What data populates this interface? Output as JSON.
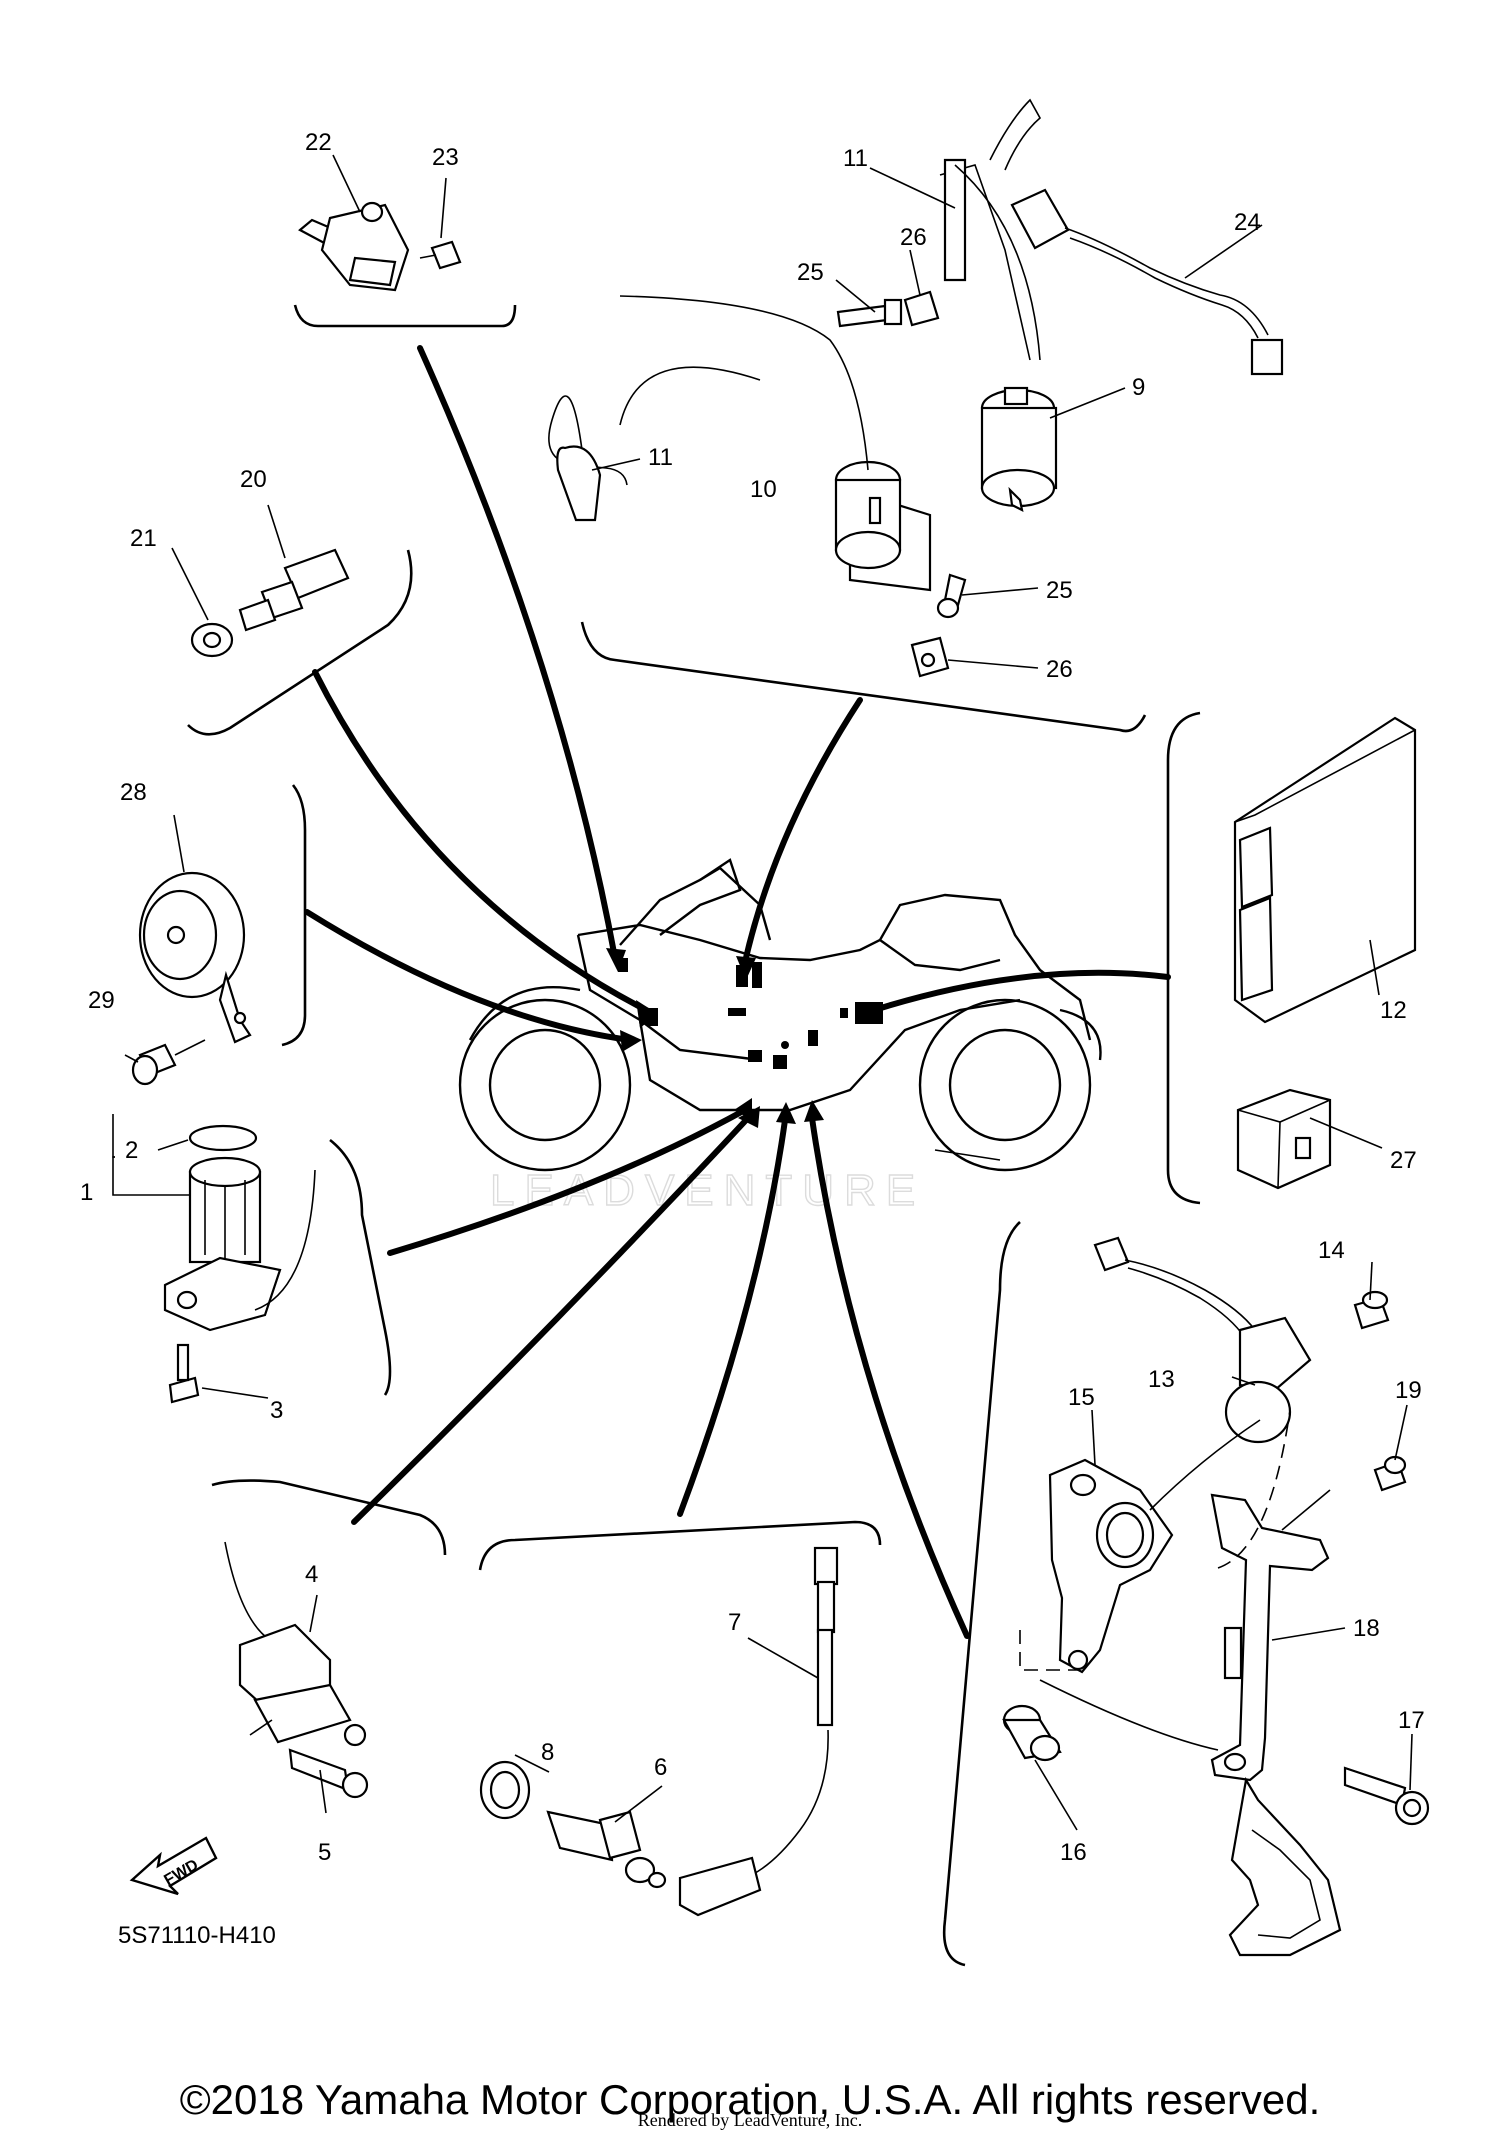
{
  "diagram": {
    "drawing_code": "5S71110-H410",
    "watermark": "LEADVENTURE",
    "fwd_label": "FWD",
    "callouts": [
      "1",
      "2",
      "3",
      "4",
      "5",
      "6",
      "7",
      "8",
      "9",
      "10",
      "11",
      "12",
      "13",
      "14",
      "15",
      "16",
      "17",
      "18",
      "19",
      "20",
      "21",
      "22",
      "23",
      "24",
      "25",
      "26",
      "27",
      "28",
      "29"
    ]
  },
  "footer": {
    "copyright": "©2018 Yamaha Motor Corporation, U.S.A. All rights reserved.",
    "rendered_by": "Rendered by LeadVenture, Inc."
  }
}
